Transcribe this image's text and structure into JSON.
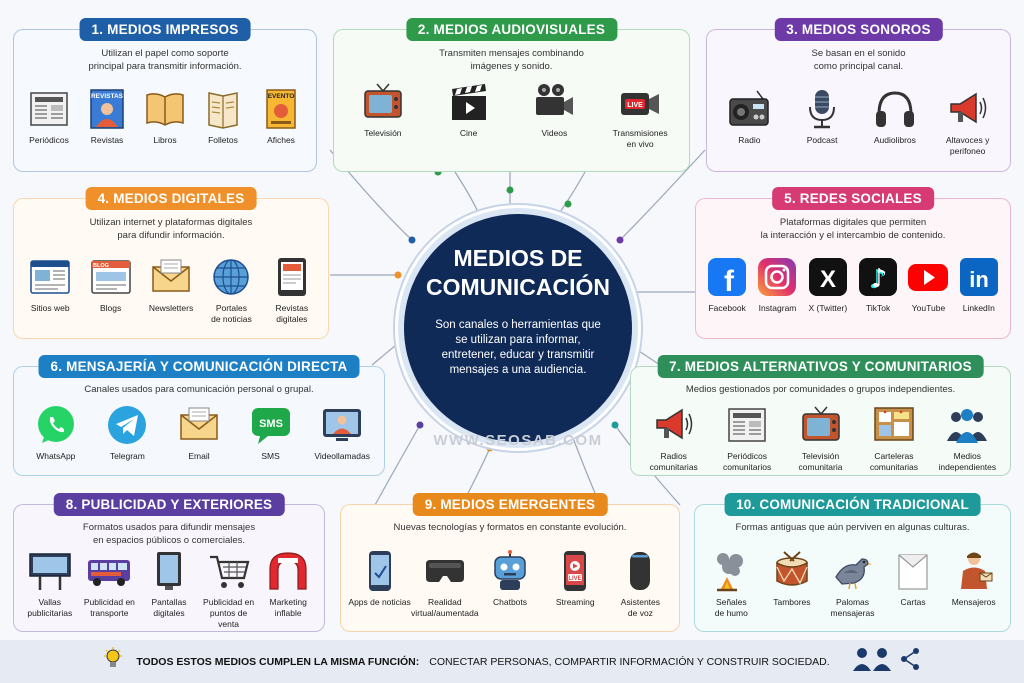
{
  "center": {
    "title": "MEDIOS DE\nCOMUNICACIÓN",
    "description": "Son canales o herramientas que se utilizan para informar, entretener, educar y transmitir mensajes a una audiencia."
  },
  "watermark": "WWW.SEOSAB.COM",
  "sections": [
    {
      "title": "1. MEDIOS IMPRESOS",
      "color": "#1e5fa8",
      "description": "Utilizan el papel como soporte\nprincipal para transmitir información.",
      "items": [
        {
          "label": "Periódicos",
          "icon": "newspaper-icon"
        },
        {
          "label": "Revistas",
          "icon": "magazine-icon",
          "icon_text": "REVISTAS"
        },
        {
          "label": "Libros",
          "icon": "book-icon"
        },
        {
          "label": "Folletos",
          "icon": "brochure-icon"
        },
        {
          "label": "Afiches",
          "icon": "poster-icon",
          "icon_text": "EVENTO"
        }
      ]
    },
    {
      "title": "2. MEDIOS AUDIOVISUALES",
      "color": "#2e9a4a",
      "description": "Transmiten mensajes combinando\nimágenes y sonido.",
      "items": [
        {
          "label": "Televisión",
          "icon": "tv-icon"
        },
        {
          "label": "Cine",
          "icon": "clapperboard-icon"
        },
        {
          "label": "Videos",
          "icon": "video-camera-icon"
        },
        {
          "label": "Transmisiones\nen vivo",
          "icon": "live-camera-icon",
          "icon_text": "LIVE"
        }
      ]
    },
    {
      "title": "3. MEDIOS SONOROS",
      "color": "#6d3aa8",
      "description": "Se basan en el sonido\ncomo principal canal.",
      "items": [
        {
          "label": "Radio",
          "icon": "radio-icon"
        },
        {
          "label": "Podcast",
          "icon": "microphone-icon"
        },
        {
          "label": "Audiolibros",
          "icon": "headphones-icon"
        },
        {
          "label": "Altavoces y\nperifoneo",
          "icon": "megaphone-icon"
        }
      ]
    },
    {
      "title": "4. MEDIOS DIGITALES",
      "color": "#f0902a",
      "description": "Utilizan internet y plataformas digitales\npara difundir información.",
      "items": [
        {
          "label": "Sitios web",
          "icon": "website-icon"
        },
        {
          "label": "Blogs",
          "icon": "blog-icon",
          "icon_text": "BLOG"
        },
        {
          "label": "Newsletters",
          "icon": "envelope-icon"
        },
        {
          "label": "Portales\nde noticias",
          "icon": "globe-icon"
        },
        {
          "label": "Revistas\ndigitales",
          "icon": "tablet-icon"
        }
      ]
    },
    {
      "title": "5. REDES SOCIALES",
      "color": "#d63c73",
      "description": "Plataformas digitales que permiten\nla interacción y el intercambio de contenido.",
      "items": [
        {
          "label": "Facebook",
          "icon": "facebook-icon",
          "icon_text": "f"
        },
        {
          "label": "Instagram",
          "icon": "instagram-icon"
        },
        {
          "label": "X (Twitter)",
          "icon": "x-icon",
          "icon_text": "X"
        },
        {
          "label": "TikTok",
          "icon": "tiktok-icon",
          "icon_text": "♪"
        },
        {
          "label": "YouTube",
          "icon": "youtube-icon"
        },
        {
          "label": "LinkedIn",
          "icon": "linkedin-icon",
          "icon_text": "in"
        }
      ]
    },
    {
      "title": "6. MENSAJERÍA Y COMUNICACIÓN DIRECTA",
      "color": "#1d7fc4",
      "description": "Canales usados para comunicación personal o grupal.",
      "items": [
        {
          "label": "WhatsApp",
          "icon": "whatsapp-icon"
        },
        {
          "label": "Telegram",
          "icon": "telegram-icon"
        },
        {
          "label": "Email",
          "icon": "email-icon"
        },
        {
          "label": "SMS",
          "icon": "sms-icon",
          "icon_text": "SMS"
        },
        {
          "label": "Videollamadas",
          "icon": "videocall-icon"
        }
      ]
    },
    {
      "title": "7. MEDIOS ALTERNATIVOS Y COMUNITARIOS",
      "color": "#2f8f5a",
      "description": "Medios gestionados por comunidades o grupos independientes.",
      "items": [
        {
          "label": "Radios\ncomunitarias",
          "icon": "megaphone-icon"
        },
        {
          "label": "Periódicos\ncomunitarios",
          "icon": "newspaper-icon"
        },
        {
          "label": "Televisión\ncomunitaria",
          "icon": "tv-icon"
        },
        {
          "label": "Carteleras\ncomunitarias",
          "icon": "bulletin-board-icon"
        },
        {
          "label": "Medios\nindependientes",
          "icon": "people-icon"
        }
      ]
    },
    {
      "title": "8. PUBLICIDAD Y EXTERIORES",
      "color": "#5a3ea0",
      "description": "Formatos usados para difundir mensajes\nen espacios públicos o comerciales.",
      "items": [
        {
          "label": "Vallas\npublicitarias",
          "icon": "billboard-icon"
        },
        {
          "label": "Publicidad en\ntransporte",
          "icon": "bus-icon"
        },
        {
          "label": "Pantallas\ndigitales",
          "icon": "screen-icon"
        },
        {
          "label": "Publicidad en\npuntos de venta",
          "icon": "cart-icon"
        },
        {
          "label": "Marketing\ninflable",
          "icon": "inflatable-arch-icon"
        }
      ]
    },
    {
      "title": "9. MEDIOS EMERGENTES",
      "color": "#e8891c",
      "description": "Nuevas tecnologías y formatos en constante evolución.",
      "items": [
        {
          "label": "Apps de noticias",
          "icon": "smartphone-icon"
        },
        {
          "label": "Realidad\nvirtual/aumentada",
          "icon": "vr-headset-icon"
        },
        {
          "label": "Chatbots",
          "icon": "robot-icon"
        },
        {
          "label": "Streaming",
          "icon": "streaming-phone-icon",
          "icon_text": "LIVE"
        },
        {
          "label": "Asistentes\nde voz",
          "icon": "smart-speaker-icon"
        }
      ]
    },
    {
      "title": "10. COMUNICACIÓN TRADICIONAL",
      "color": "#1f9a9a",
      "description": "Formas antiguas que aún perviven en algunas culturas.",
      "items": [
        {
          "label": "Señales\nde humo",
          "icon": "smoke-signal-icon"
        },
        {
          "label": "Tambores",
          "icon": "drum-icon"
        },
        {
          "label": "Palomas\nmensajeras",
          "icon": "pigeon-icon"
        },
        {
          "label": "Cartas",
          "icon": "letter-icon"
        },
        {
          "label": "Mensajeros",
          "icon": "messenger-person-icon"
        }
      ]
    }
  ],
  "footer": {
    "bold": "TODOS ESTOS MEDIOS CUMPLEN LA MISMA FUNCIÓN:",
    "text": "CONECTAR PERSONAS, COMPARTIR INFORMACIÓN Y CONSTRUIR SOCIEDAD.",
    "icons": [
      "lightbulb-icon",
      "people-network-icon"
    ]
  }
}
